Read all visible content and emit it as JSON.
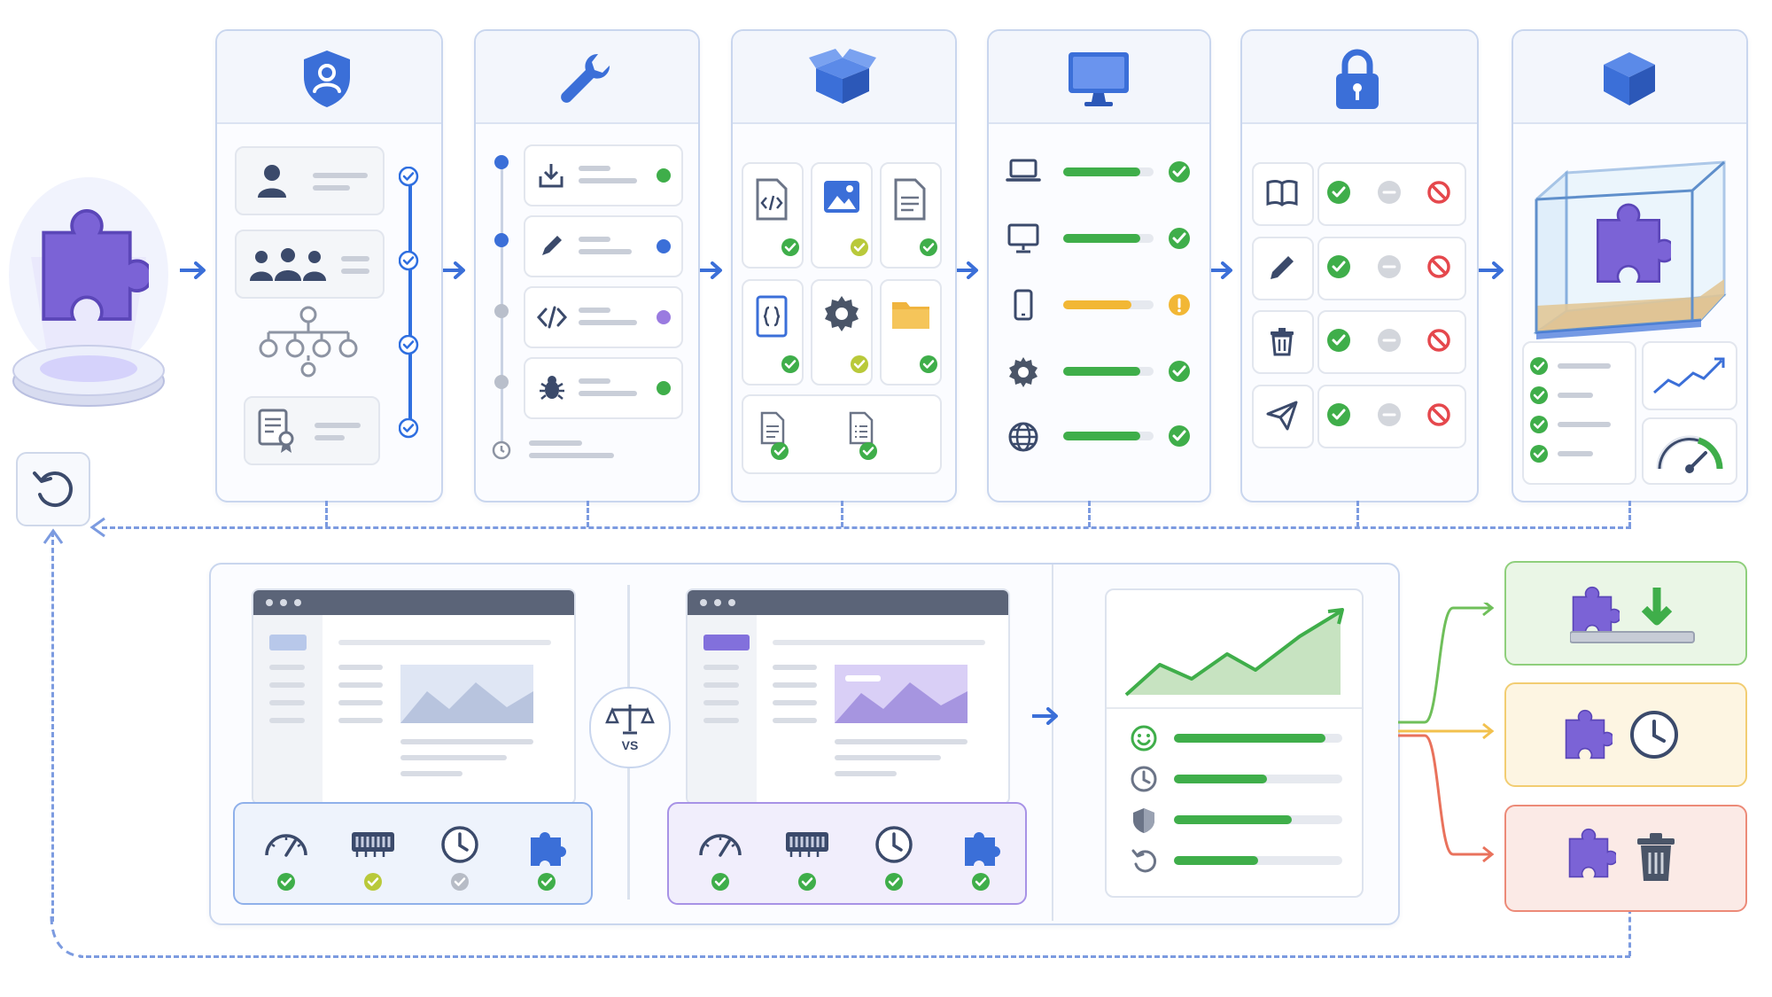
{
  "colors": {
    "accent_blue": "#3b6fd8",
    "check_blue": "#2f6fe0",
    "success_green": "#3fae4a",
    "warning_yellow": "#f2b735",
    "danger_red": "#e5484d",
    "plugin_purple": "#7b63d6",
    "dash_blue": "#7c9be0"
  },
  "plugin": {
    "icon": "puzzle-piece-icon"
  },
  "stages": [
    {
      "name": "identity",
      "icon": "shield-user-icon",
      "rows": [
        {
          "icon": "user-icon",
          "status": "verified"
        },
        {
          "icon": "users-group-icon",
          "status": "verified"
        },
        {
          "icon": "hierarchy-icon",
          "status": "verified"
        },
        {
          "icon": "certificate-icon",
          "status": "verified"
        }
      ]
    },
    {
      "name": "build",
      "icon": "wrench-icon",
      "rows": [
        {
          "icon": "download-icon",
          "dot": "#3fae4a"
        },
        {
          "icon": "pencil-icon",
          "dot": "#3b6fd8"
        },
        {
          "icon": "code-icon",
          "dot": "#9a7be0"
        },
        {
          "icon": "bug-icon",
          "dot": "#3fae4a"
        },
        {
          "icon": "clock-icon"
        }
      ]
    },
    {
      "name": "package",
      "icon": "open-box-icon",
      "tiles": [
        {
          "icon": "code-file-icon",
          "status": "ok"
        },
        {
          "icon": "image-file-icon",
          "status": "partial"
        },
        {
          "icon": "document-icon",
          "status": "ok"
        },
        {
          "icon": "json-file-icon",
          "status": "ok"
        },
        {
          "icon": "gear-icon",
          "status": "partial"
        },
        {
          "icon": "folder-icon",
          "status": "ok"
        },
        {
          "icon": "doc-file-icon",
          "status": "ok"
        },
        {
          "icon": "list-file-icon",
          "status": "ok"
        }
      ]
    },
    {
      "name": "compatibility",
      "icon": "monitor-icon",
      "rows": [
        {
          "icon": "laptop-icon",
          "progress": 0.85,
          "status": "ok"
        },
        {
          "icon": "desktop-icon",
          "progress": 0.85,
          "status": "ok"
        },
        {
          "icon": "mobile-icon",
          "progress": 0.75,
          "status": "warning"
        },
        {
          "icon": "gear-icon",
          "progress": 0.85,
          "status": "ok"
        },
        {
          "icon": "globe-icon",
          "progress": 0.85,
          "status": "ok"
        }
      ]
    },
    {
      "name": "permissions",
      "icon": "padlock-icon",
      "rows": [
        {
          "icon": "book-icon"
        },
        {
          "icon": "pencil-icon"
        },
        {
          "icon": "trash-icon"
        },
        {
          "icon": "send-icon"
        }
      ],
      "columns": [
        "allow-icon",
        "neutral-icon",
        "deny-icon"
      ]
    },
    {
      "name": "sandbox",
      "icon": "cube-icon",
      "checks": 4,
      "widgets": [
        "trend-chart-icon",
        "gauge-icon"
      ]
    }
  ],
  "comparison": {
    "scale_label": "VS",
    "baseline": {
      "metrics": [
        {
          "icon": "speedometer-icon",
          "status": "ok"
        },
        {
          "icon": "memory-icon",
          "status": "partial"
        },
        {
          "icon": "clock-icon",
          "status": "neutral"
        },
        {
          "icon": "puzzle-piece-icon",
          "status": "ok"
        }
      ]
    },
    "candidate": {
      "metrics": [
        {
          "icon": "speedometer-icon",
          "status": "ok"
        },
        {
          "icon": "memory-icon",
          "status": "ok"
        },
        {
          "icon": "clock-icon",
          "status": "ok"
        },
        {
          "icon": "puzzle-piece-icon",
          "status": "ok"
        }
      ]
    }
  },
  "results": {
    "rows": [
      {
        "icon": "smiley-icon",
        "progress": 0.9
      },
      {
        "icon": "clock-icon",
        "progress": 0.55
      },
      {
        "icon": "shield-icon",
        "progress": 0.7
      },
      {
        "icon": "refresh-icon",
        "progress": 0.5
      }
    ]
  },
  "outcomes": [
    {
      "name": "install",
      "icon": "download-arrow-icon",
      "color": "#6fbf5a"
    },
    {
      "name": "defer",
      "icon": "clock-icon",
      "color": "#f2c14e"
    },
    {
      "name": "remove",
      "icon": "trash-icon",
      "color": "#e9725c"
    }
  ],
  "loop": {
    "icon": "refresh-icon"
  }
}
